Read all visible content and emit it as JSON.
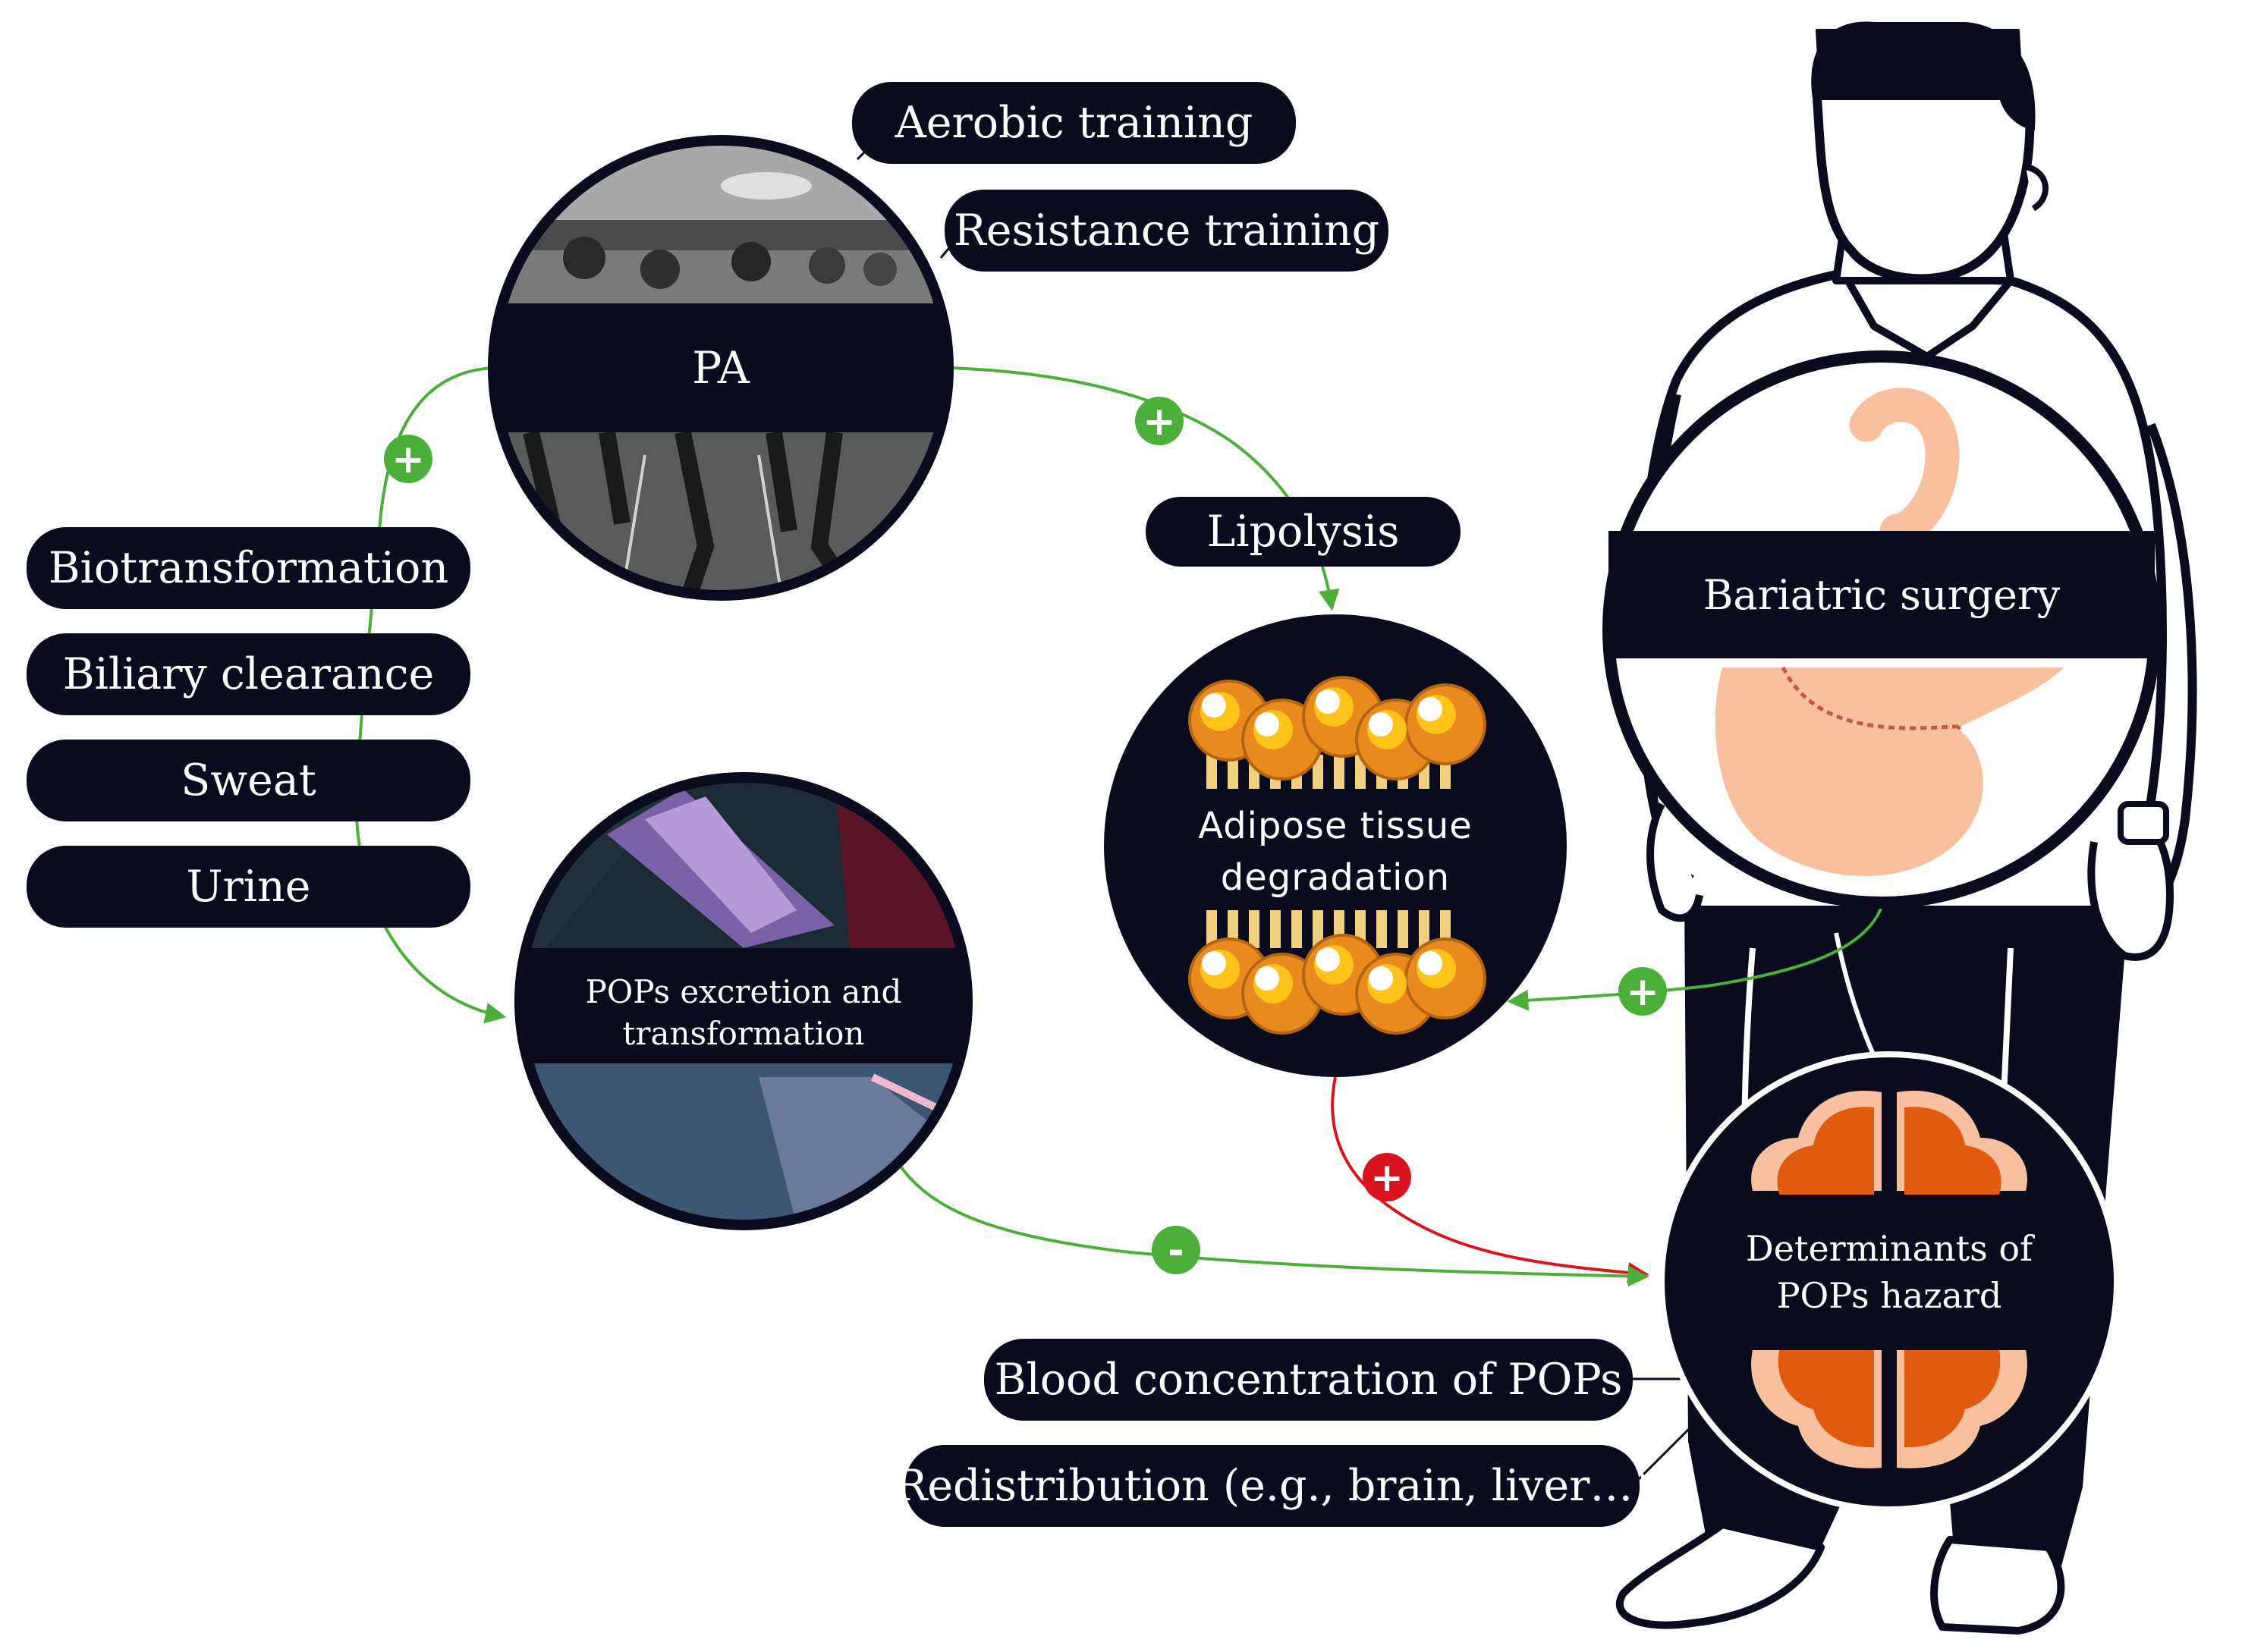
{
  "colors": {
    "dark": "#0a0b1c",
    "green": "#4caf3a",
    "red": "#d8151e",
    "adipose": "#e88a1e",
    "stomach": "#f9c0a0",
    "brain": "#e05a0f"
  },
  "nodes": {
    "pa": "PA",
    "adipose": "Adipose tissue degradation",
    "pops_excretion": "POPs excretion and transformation",
    "bariatric": "Bariatric surgery",
    "determinants": "Determinants of POPs hazard"
  },
  "pills": {
    "aerobic": "Aerobic training",
    "resistance": "Resistance training",
    "lipolysis": "Lipolysis",
    "biotransformation": "Biotransformation",
    "biliary": "Biliary clearance",
    "sweat": "Sweat",
    "urine": "Urine",
    "blood": "Blood concentration of POPs",
    "redistribution": "Redistribution (e.g., brain, liver…)"
  },
  "signs": {
    "pa_to_excretion": "+",
    "pa_to_lipolysis": "+",
    "bariatric_to_adipose": "+",
    "adipose_to_determinants": "+",
    "excretion_to_determinants": "-"
  },
  "icons": [
    "person-illustration",
    "running-athletes-photo",
    "fat-cell-icon",
    "stomach-icon",
    "brain-icon",
    "cell-microscopy-photo"
  ]
}
